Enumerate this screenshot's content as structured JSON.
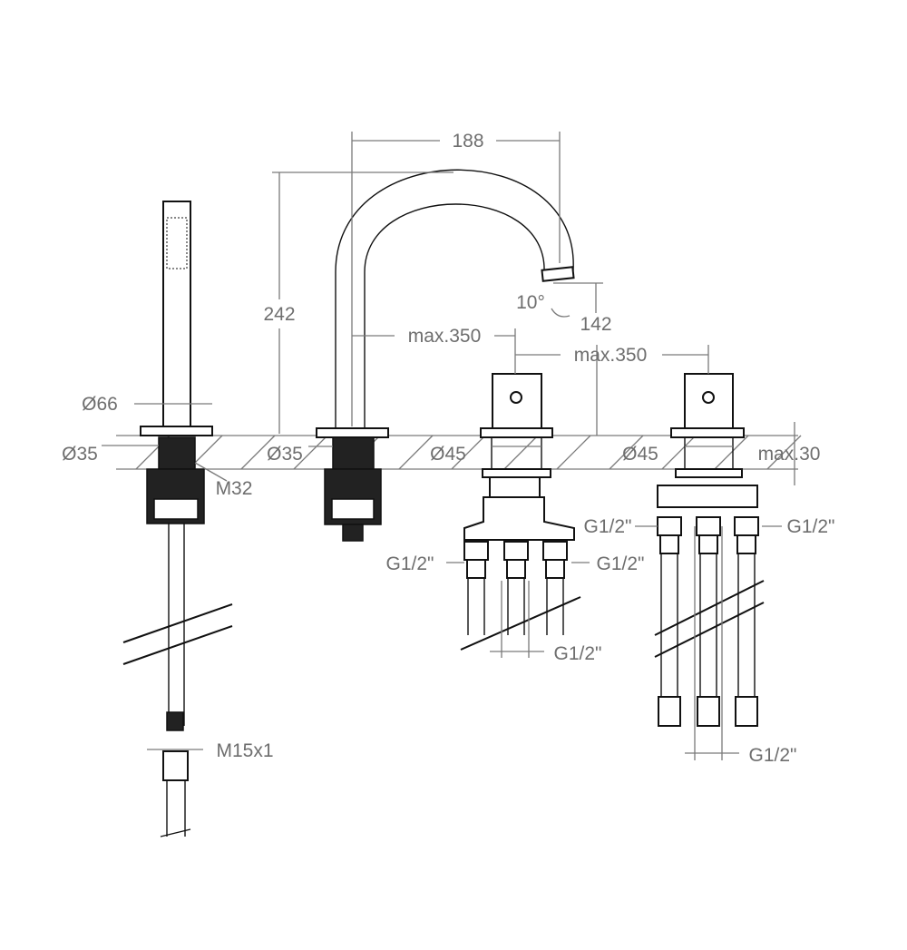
{
  "drawing": {
    "colors": {
      "lines": "#111111",
      "dimensions": "#7a7a7a"
    },
    "dimensions": {
      "spout_reach": "188",
      "spout_height": "242",
      "spout_angle": "10°",
      "spout_outlet_height": "142",
      "max_spacing_1": "max.350",
      "max_spacing_2": "max.350",
      "hand_shower_flange": "Ø66",
      "hand_shower_hole": "Ø35",
      "spout_hole": "Ø35",
      "valve_hole_1": "Ø45",
      "valve_hole_2": "Ø45",
      "counter_thickness": "max.30",
      "hand_shower_thread": "M32",
      "hose_thread": "M15x1"
    },
    "connections": [
      "G1/2\"",
      "G1/2\"",
      "G1/2\"",
      "G1/2\"",
      "G1/2\"",
      "G1/2\""
    ]
  }
}
